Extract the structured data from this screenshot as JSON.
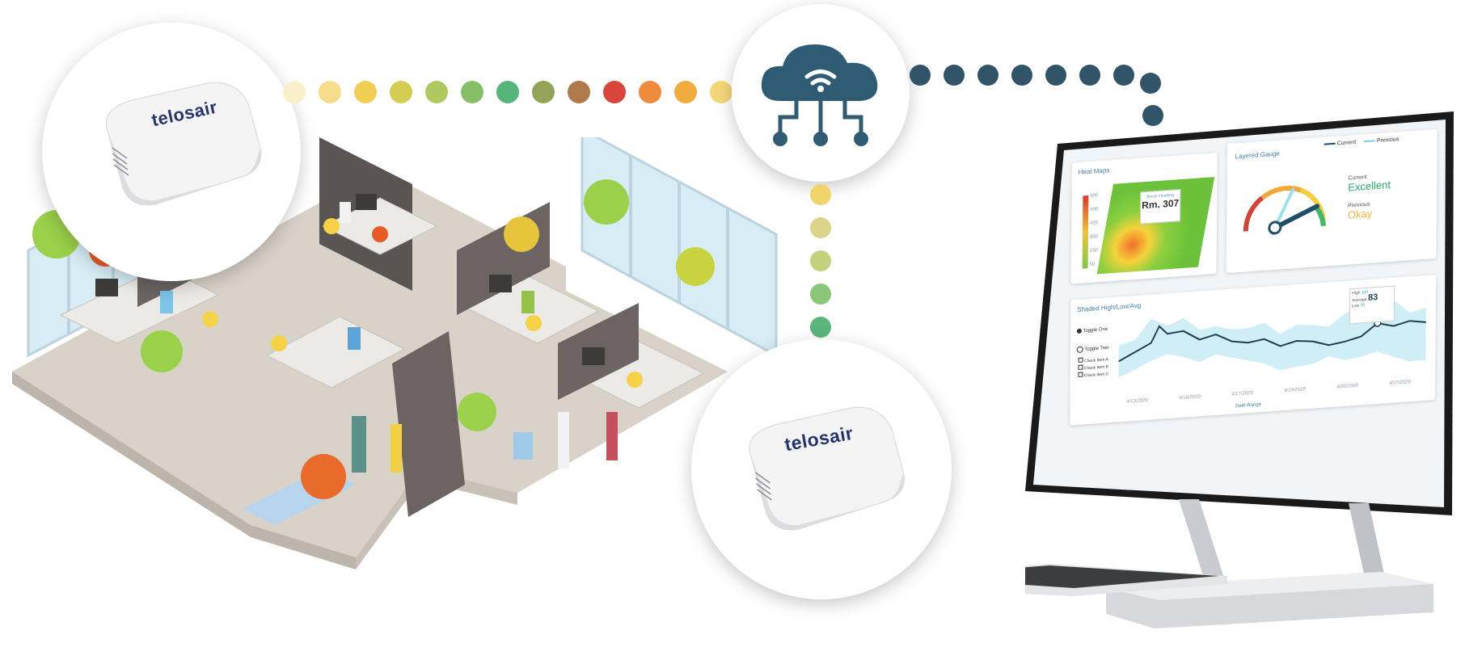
{
  "device": {
    "brand": "telosair"
  },
  "colors": {
    "cloud": "#2f5b73",
    "connector_dots": [
      "#f7f0c8",
      "#f6dd8c",
      "#f1cf56",
      "#d3cc55",
      "#afc860",
      "#86bf68",
      "#55b57a",
      "#93a458",
      "#ae7a4b",
      "#d9453a",
      "#ef8a3c",
      "#f0ad3e",
      "#f5d77b"
    ],
    "vertical_dots": [
      "#f0d56c",
      "#dbd58a",
      "#c3d17d",
      "#8bc77b",
      "#5ab67c"
    ],
    "link_dots": "#315468",
    "accent": "#20a8c4"
  },
  "dashboard": {
    "heatmap": {
      "title": "Heat Maps",
      "room": "Rm. 307",
      "room_note": "Room Heading",
      "scale": [
        "900",
        "600",
        "450",
        "300",
        "150",
        "50"
      ]
    },
    "gauge": {
      "title": "Layered Gauge",
      "legend_current": "Current",
      "legend_previous": "Previous",
      "current_label": "Current",
      "current_value": "Excellent",
      "previous_label": "Previous",
      "previous_value": "Okay"
    },
    "chart": {
      "title": "Shaded High/Low/Avg",
      "toggle_one": "Toggle One",
      "toggle_two": "Toggle Two",
      "checks": [
        "Check Item A",
        "Check Item B",
        "Check Item C"
      ],
      "tooltip_high_label": "High",
      "tooltip_high": "100",
      "tooltip_avg_label": "Average",
      "tooltip_avg": "83",
      "tooltip_low_label": "Low",
      "tooltip_low": "70",
      "dates": [
        "4/13/2020",
        "4/16/2020",
        "4/17/2020",
        "4/19/2020",
        "4/20/2020",
        "4/27/2020"
      ],
      "xlabel": "Date Range"
    }
  }
}
